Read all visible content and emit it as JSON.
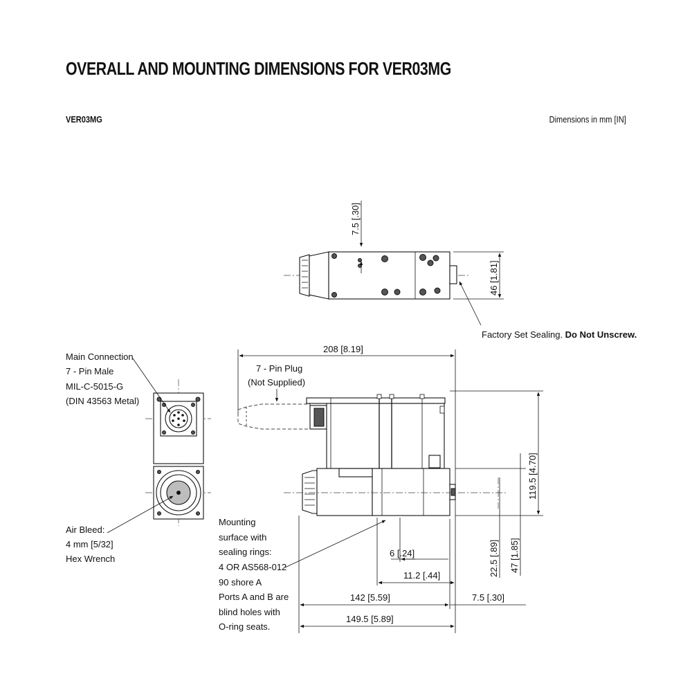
{
  "header": {
    "title": "OVERALL AND MOUNTING DIMENSIONS FOR VER03MG",
    "model": "VER03MG",
    "units_note": "Dimensions in mm [IN]"
  },
  "top_view": {
    "dim_top": "7.5 [.30]",
    "dim_height": "46 [1.81]",
    "note_plain": "Factory Set Sealing. ",
    "note_bold": "Do Not Unscrew."
  },
  "side_view": {
    "main_connection": [
      "Main Connection",
      "7 - Pin Male",
      "MIL-C-5015-G",
      "(DIN 43563 Metal)"
    ],
    "air_bleed": [
      "Air Bleed:",
      "4 mm [5/32]",
      "Hex Wrench"
    ]
  },
  "front_view": {
    "dim_overall": "208 [8.19]",
    "plug_label": [
      "7 - Pin Plug",
      "(Not Supplied)"
    ],
    "dim_height_total": "119.5 [4.70]",
    "dim_47": "47 [1.85]",
    "dim_22": "22.5 [.89]",
    "dim_6": "6 [.24]",
    "dim_11": "11.2 [.44]",
    "dim_142": "142 [5.59]",
    "dim_7_5": "7.5  [.30]",
    "dim_149": "149.5 [5.89]",
    "mounting_note": [
      "Mounting",
      "surface with",
      "sealing rings:",
      "4 OR AS568-012",
      "90 shore A",
      "Ports A and B are",
      "blind holes with",
      "O-ring seats."
    ]
  }
}
